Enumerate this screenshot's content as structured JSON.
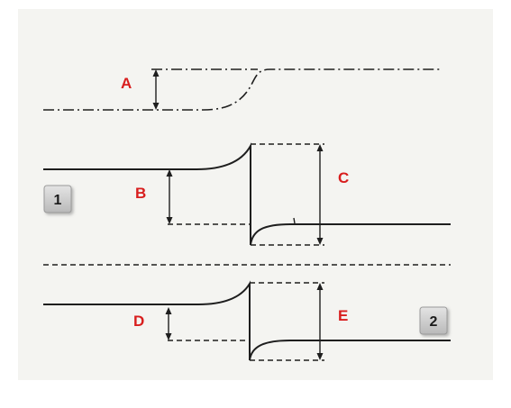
{
  "labels": {
    "a": "A",
    "b": "B",
    "c": "C",
    "d": "D",
    "e": "E"
  },
  "badges": {
    "one": "1",
    "two": "2"
  },
  "colors": {
    "label_red": "#d81e1e",
    "line": "#1e1e1e",
    "badge_fill": "#cfcfcf",
    "paper": "#f4f4f1"
  }
}
